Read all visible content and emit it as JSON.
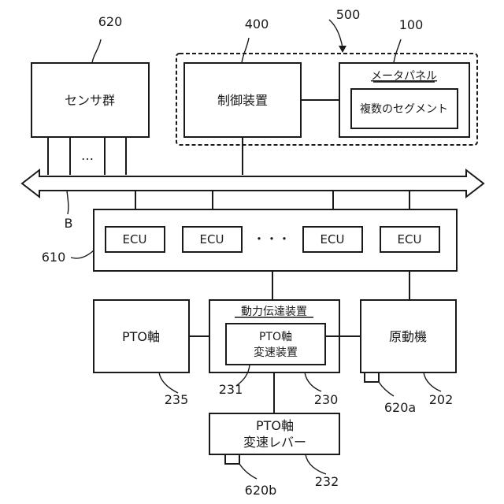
{
  "blocks": {
    "sensor_group": "センサ群",
    "control_device": "制御装置",
    "meter_panel": "メータパネル",
    "segments": "複数のセグメント",
    "ecu": "ECU",
    "ellipsis": "…",
    "ecu_ellipsis": "・・・",
    "pto_shaft": "PTO軸",
    "power_transmission": "動力伝達装置",
    "pto_transmission_line1": "PTO軸",
    "pto_transmission_line2": "変速装置",
    "engine": "原動機",
    "pto_lever_line1": "PTO軸",
    "pto_lever_line2": "変速レバー"
  },
  "refs": {
    "sensor_group": "620",
    "control_device": "400",
    "dashed_unit": "500",
    "meter_panel": "100",
    "bus": "B",
    "ecu_group": "610",
    "pto_shaft": "235",
    "pto_transmission": "231",
    "power_transmission": "230",
    "engine": "202",
    "engine_sensor": "620a",
    "lever_sensor": "620b",
    "pto_lever": "232"
  }
}
